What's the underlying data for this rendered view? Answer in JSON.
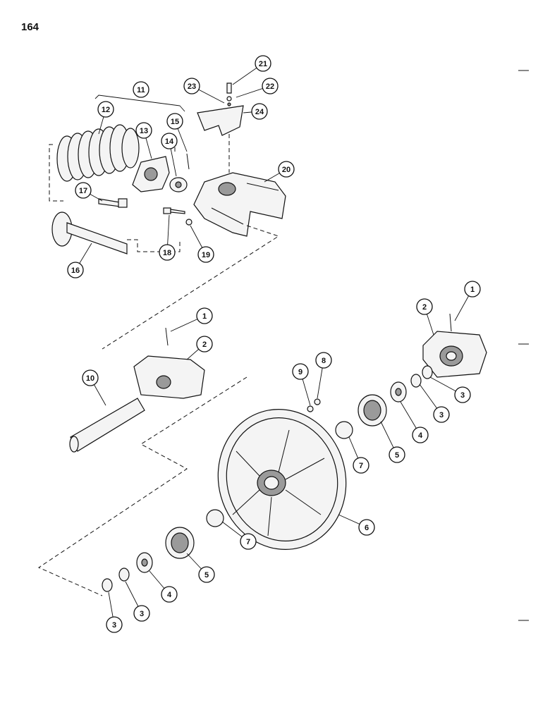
{
  "page_number": "164",
  "callouts": [
    {
      "id": "c21a",
      "label": "21"
    },
    {
      "id": "c22",
      "label": "22"
    },
    {
      "id": "c23",
      "label": "23"
    },
    {
      "id": "c24",
      "label": "24"
    },
    {
      "id": "c11",
      "label": "11"
    },
    {
      "id": "c12",
      "label": "12"
    },
    {
      "id": "c13",
      "label": "13"
    },
    {
      "id": "c14",
      "label": "14"
    },
    {
      "id": "c15",
      "label": "15"
    },
    {
      "id": "c20",
      "label": "20"
    },
    {
      "id": "c17",
      "label": "17"
    },
    {
      "id": "c18",
      "label": "18"
    },
    {
      "id": "c19",
      "label": "19"
    },
    {
      "id": "c16",
      "label": "16"
    },
    {
      "id": "c1a",
      "label": "1"
    },
    {
      "id": "c2a",
      "label": "2"
    },
    {
      "id": "c10",
      "label": "10"
    },
    {
      "id": "c1b",
      "label": "1"
    },
    {
      "id": "c2b",
      "label": "2"
    },
    {
      "id": "c3a",
      "label": "3"
    },
    {
      "id": "c3b",
      "label": "3"
    },
    {
      "id": "c4a",
      "label": "4"
    },
    {
      "id": "c5a",
      "label": "5"
    },
    {
      "id": "c7a",
      "label": "7"
    },
    {
      "id": "c9",
      "label": "9"
    },
    {
      "id": "c8",
      "label": "8"
    },
    {
      "id": "c6",
      "label": "6"
    },
    {
      "id": "c7b",
      "label": "7"
    },
    {
      "id": "c5b",
      "label": "5"
    },
    {
      "id": "c4b",
      "label": "4"
    },
    {
      "id": "c3c",
      "label": "3"
    },
    {
      "id": "c3d",
      "label": "3"
    }
  ]
}
